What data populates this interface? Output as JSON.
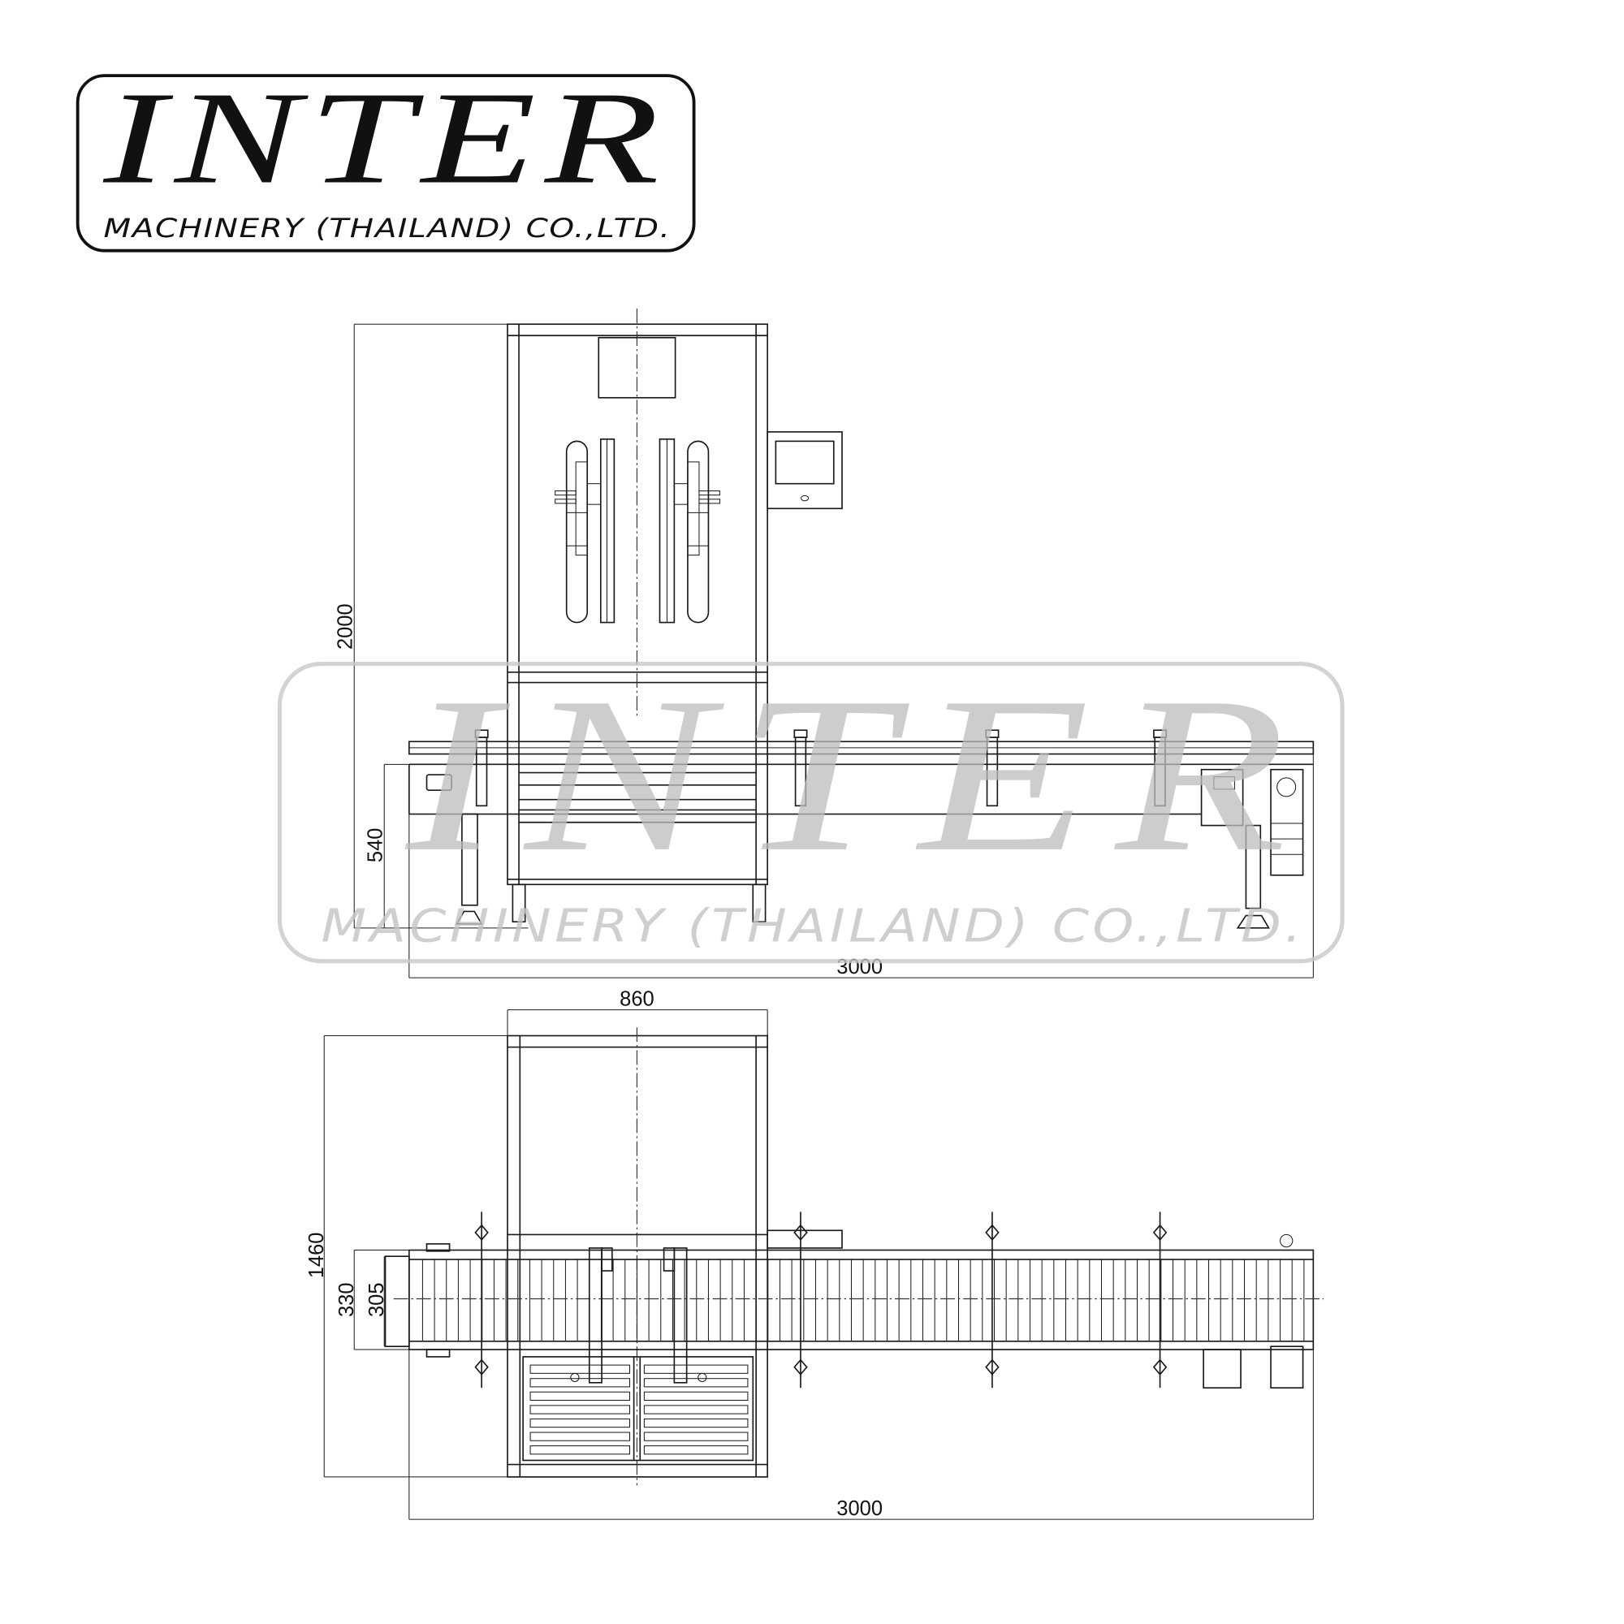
{
  "logo": {
    "name": "INTER",
    "subtitle": "MACHINERY (THAILAND) CO.,LTD."
  },
  "watermark": {
    "name": "INTER",
    "subtitle": "MACHINERY (THAILAND) CO.,LTD."
  },
  "front_view": {
    "height_dim": "2000",
    "conveyor_height_dim": "540",
    "length_dim": "3000"
  },
  "top_view": {
    "frame_width_dim": "860",
    "depth_dim": "1460",
    "conveyor_outer_dim": "330",
    "conveyor_inner_dim": "305",
    "length_dim": "3000"
  }
}
